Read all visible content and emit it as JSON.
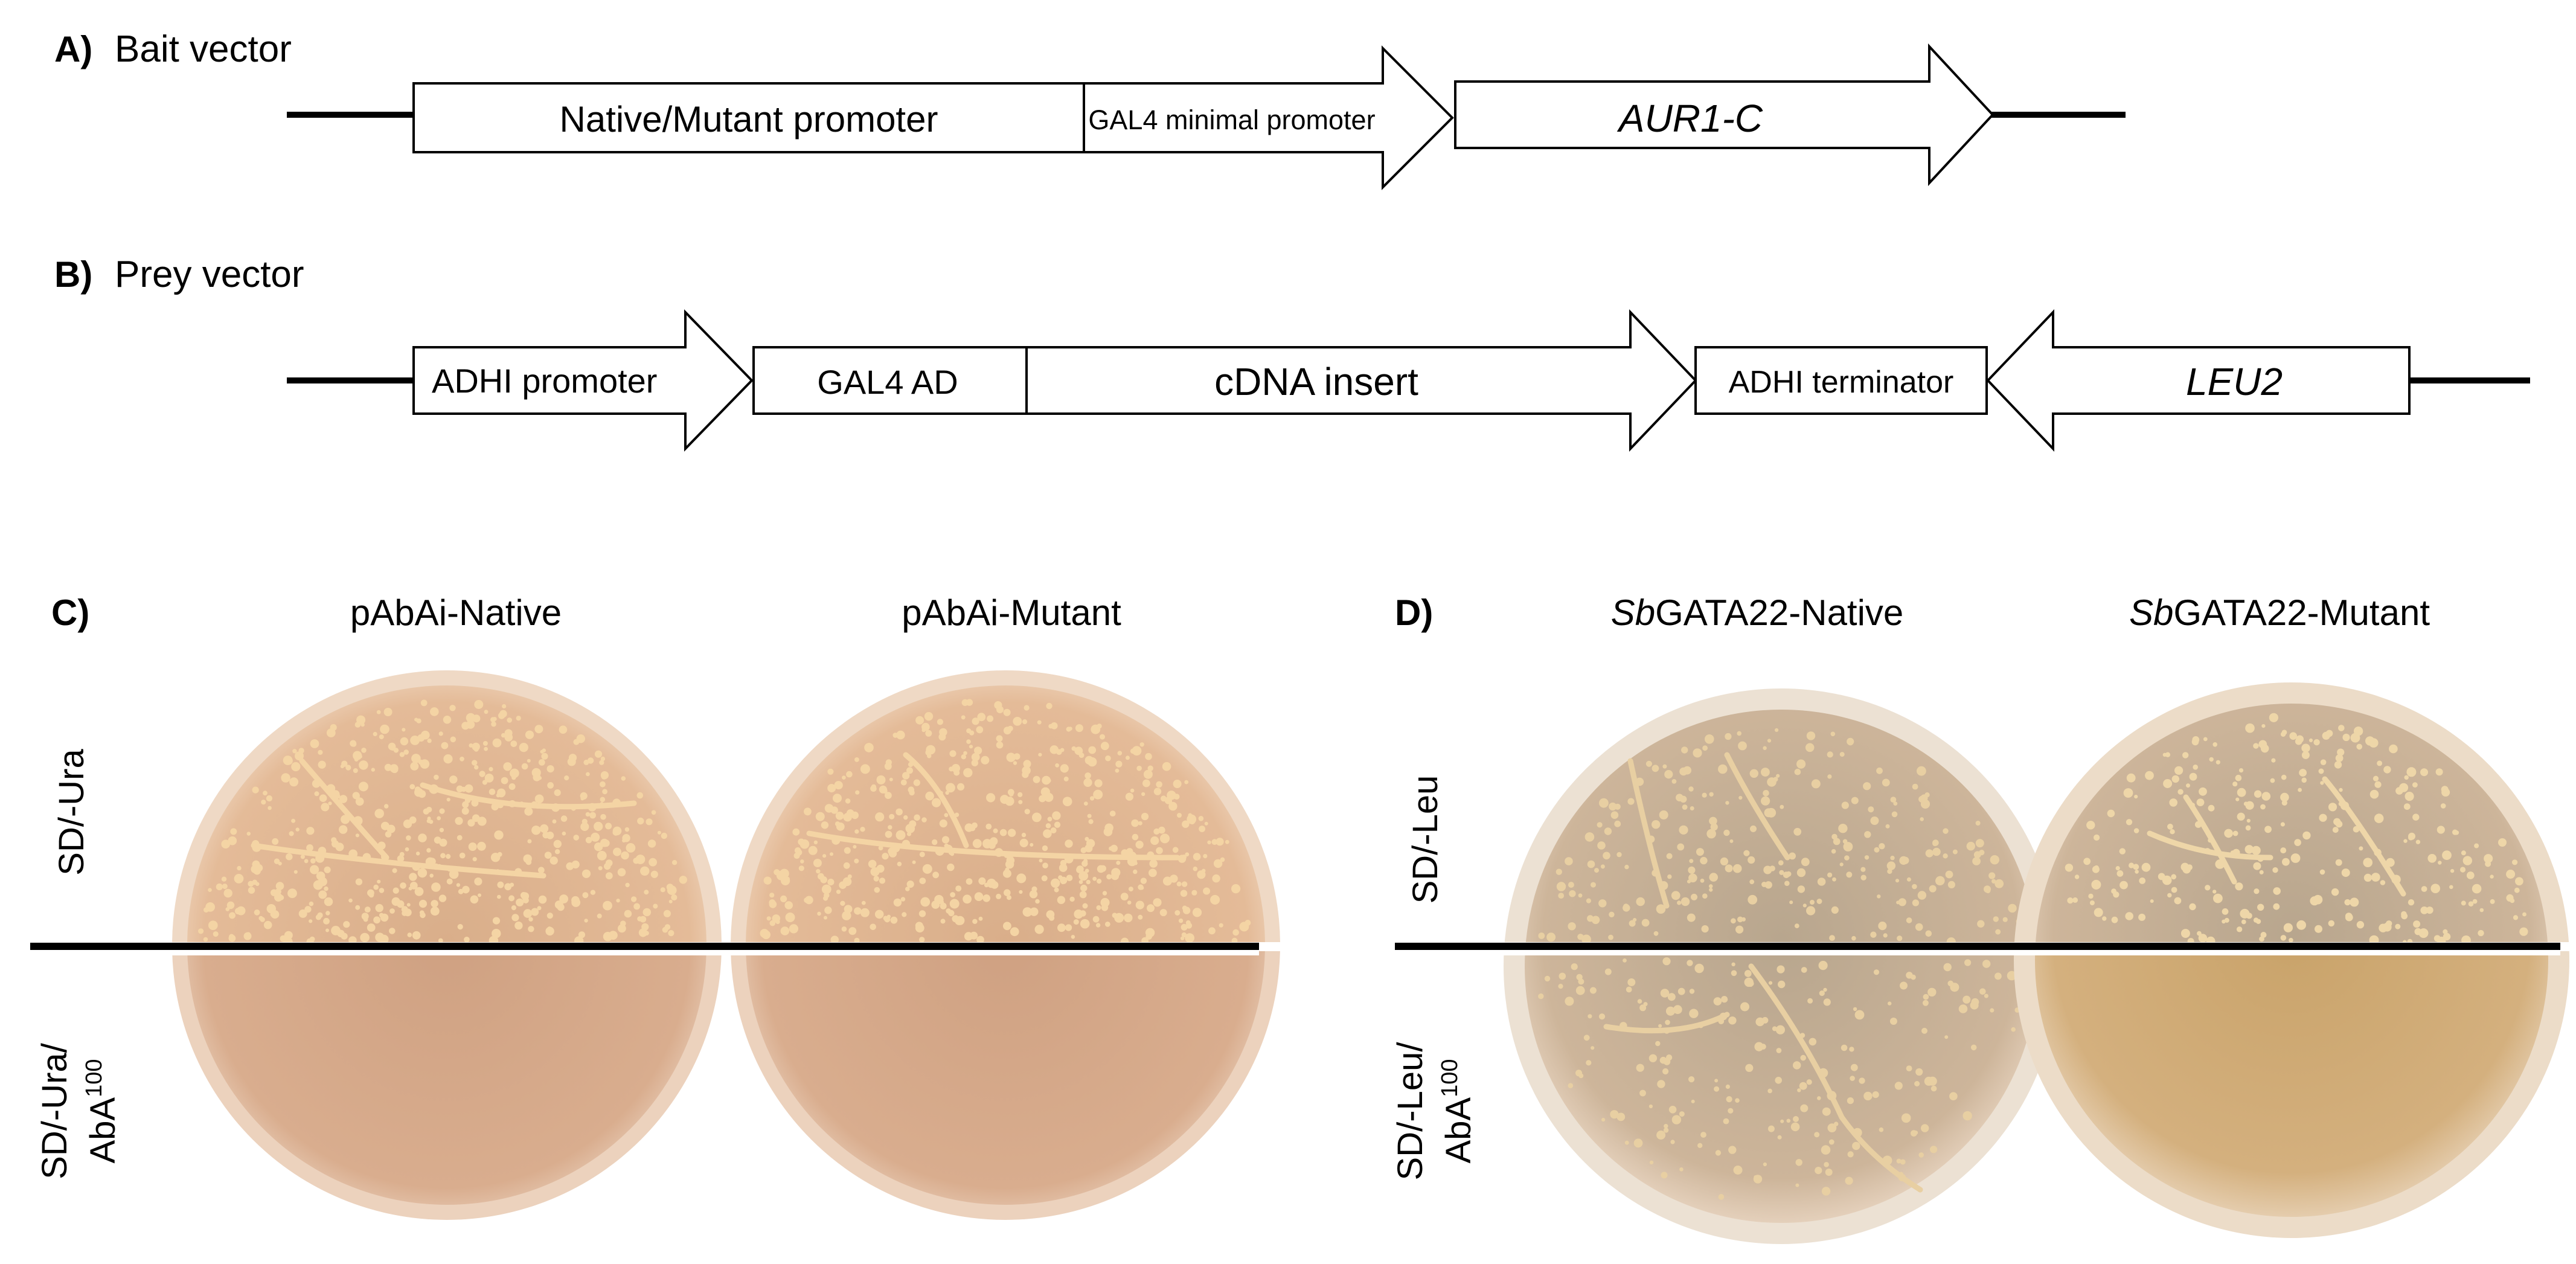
{
  "panel_a": {
    "letter": "A)",
    "title": "Bait vector",
    "native_mutant_promoter": "Native/Mutant promoter",
    "gal4_minimal_promoter": "GAL4 minimal promoter",
    "aur1c": "AUR1-C"
  },
  "panel_b": {
    "letter": "B)",
    "title": "Prey vector",
    "adhi_promoter": "ADHI promoter",
    "gal4_ad": "GAL4 AD",
    "cdna_insert": "cDNA insert",
    "adhi_terminator": "ADHI terminator",
    "leu2": "LEU2"
  },
  "panel_c": {
    "letter": "C)",
    "col1": "pAbAi-Native",
    "col2": "pAbAi-Mutant",
    "row_top": "SD/-Ura",
    "row_bottom_line1": "SD/-Ura/",
    "row_bottom_line2_base": "AbA",
    "row_bottom_line2_sup": "100"
  },
  "panel_d": {
    "letter": "D)",
    "col1_italic": "Sb",
    "col1_rest": "GATA22-Native",
    "col2_italic": "Sb",
    "col2_rest": "GATA22-Mutant",
    "row_top": "SD/-Leu",
    "row_bottom_line1": "SD/-Leu/",
    "row_bottom_line2_base": "AbA",
    "row_bottom_line2_sup": "100"
  },
  "colors": {
    "agar": "#e2b690",
    "agar_clear": "#cfa486",
    "colony": "#f4d4a4",
    "rim": "#ecd6c2"
  }
}
